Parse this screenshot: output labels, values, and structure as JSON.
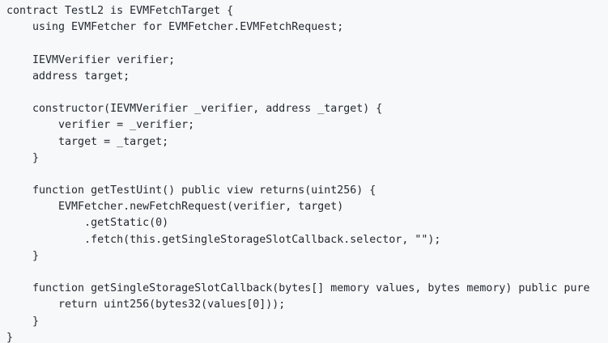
{
  "code_block": {
    "language": "solidity",
    "background_color": "#f6f8fa",
    "text_color": "#24292f",
    "lines": [
      "contract TestL2 is EVMFetchTarget {",
      "    using EVMFetcher for EVMFetcher.EVMFetchRequest;",
      "",
      "    IEVMVerifier verifier;",
      "    address target;",
      "",
      "    constructor(IEVMVerifier _verifier, address _target) {",
      "        verifier = _verifier;",
      "        target = _target;",
      "    }",
      "",
      "    function getTestUint() public view returns(uint256) {",
      "        EVMFetcher.newFetchRequest(verifier, target)",
      "            .getStatic(0)",
      "            .fetch(this.getSingleStorageSlotCallback.selector, \"\");",
      "    }",
      "",
      "    function getSingleStorageSlotCallback(bytes[] memory values, bytes memory) public pure",
      "        return uint256(bytes32(values[0]));",
      "    }",
      "}"
    ]
  }
}
